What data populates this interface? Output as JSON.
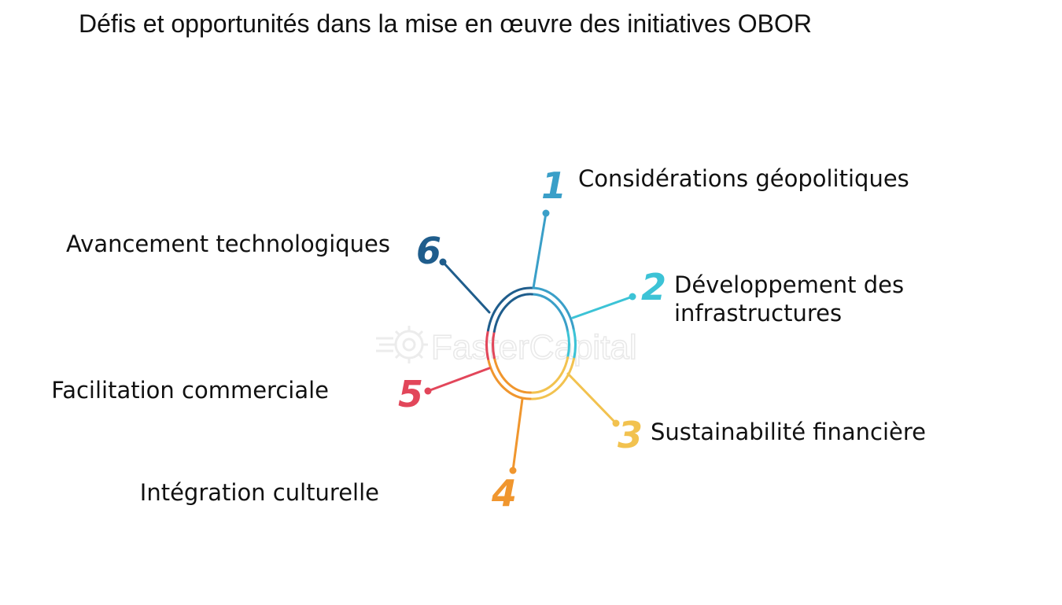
{
  "title": "Défis et opportunités dans la mise en œuvre des initiatives OBOR",
  "watermark": "FasterCapital",
  "items": [
    {
      "number": "1",
      "label": "Considérations géopolitiques",
      "color": "#3a9fc8"
    },
    {
      "number": "2",
      "label_line1": "Développement des",
      "label_line2": "infrastructures",
      "color": "#3cc3d6"
    },
    {
      "number": "3",
      "label": "Sustainabilité financière",
      "color": "#f2c24f"
    },
    {
      "number": "4",
      "label": "Intégration culturelle",
      "color": "#f0962e"
    },
    {
      "number": "5",
      "label": "Facilitation commerciale",
      "color": "#e2465a"
    },
    {
      "number": "6",
      "label": "Avancement technologiques",
      "color": "#1f5d8c"
    }
  ]
}
